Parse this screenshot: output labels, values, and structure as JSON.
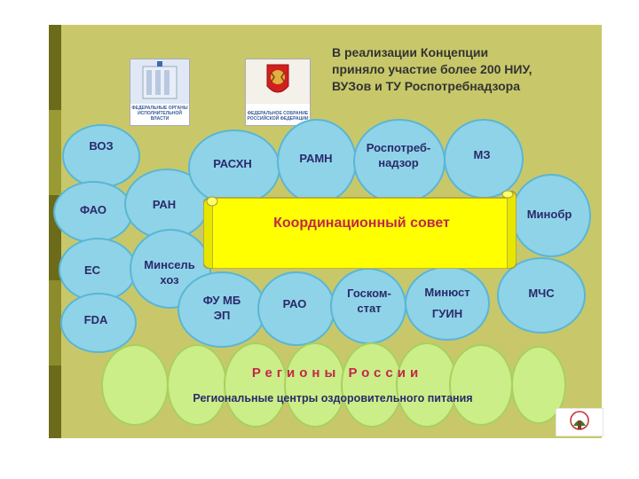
{
  "header": {
    "lines": [
      "В реализации Концепции",
      "приняло участие более 200 НИУ,",
      "ВУЗов и ТУ Роспотребнадзора"
    ]
  },
  "logos": {
    "left_caption": "ФЕДЕРАЛЬНЫЕ ОРГАНЫ ИСПОЛНИТЕЛЬНОЙ ВЛАСТИ",
    "right_caption": "ФЕДЕРАЛЬНОЕ СОБРАНИЕ РОССИЙСКОЙ ФЕДЕРАЦИИ"
  },
  "center_banner": "Координационный совет",
  "nodes": [
    {
      "id": "voz",
      "label": "ВОЗ"
    },
    {
      "id": "fao",
      "label": "ФАО"
    },
    {
      "id": "es",
      "label": "ЕС"
    },
    {
      "id": "fda",
      "label": "FDA"
    },
    {
      "id": "ran",
      "label": "РАН"
    },
    {
      "id": "minselhoz",
      "label": "Минсель\nхоз"
    },
    {
      "id": "fumbep",
      "label": "ФУ МБ\nЭП"
    },
    {
      "id": "rao",
      "label": "РАО"
    },
    {
      "id": "goskomstat",
      "label": "Госком-\nстат"
    },
    {
      "id": "minjust",
      "label": "Минюст\nГУИН"
    },
    {
      "id": "mchs",
      "label": "МЧС"
    },
    {
      "id": "rasxn",
      "label": "РАСХН"
    },
    {
      "id": "ramn",
      "label": "РАМН"
    },
    {
      "id": "rospotreb",
      "label": "Роспотреб-\nнадзор"
    },
    {
      "id": "mz",
      "label": "МЗ"
    },
    {
      "id": "minobr",
      "label": "Минобр"
    }
  ],
  "regions_title": "Регионы России",
  "regions_subtitle": "Региональные центры оздоровительного питания",
  "colors": {
    "panel": "#c8c86a",
    "circle_fill": "#8fd3e8",
    "region_fill": "#ccee88",
    "banner_fill": "#ffff00",
    "accent_text": "#c0284a"
  }
}
